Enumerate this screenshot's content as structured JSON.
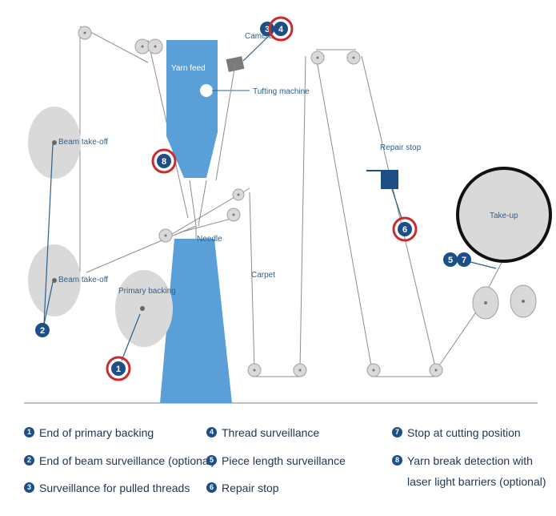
{
  "labels": {
    "camera": "Camera",
    "yarn_feed": "Yarn feed",
    "tufting_machine": "Tufting machine",
    "beam_takeoff_1": "Beam take-off",
    "beam_takeoff_2": "Beam take-off",
    "needle": "Needle",
    "primary_backing": "Primary backing",
    "carpet": "Carpet",
    "repair_stop": "Repair stop",
    "take_up": "Take-up"
  },
  "badges": {
    "b1": "1",
    "b2": "2",
    "b3": "3",
    "b4": "4",
    "b5": "5",
    "b6": "6",
    "b7": "7",
    "b8": "8"
  },
  "legend": [
    {
      "num": "1",
      "text": "End of primary backing"
    },
    {
      "num": "2",
      "text": "End of beam surveillance (optional)"
    },
    {
      "num": "3",
      "text": "Surveillance for pulled threads"
    },
    {
      "num": "4",
      "text": "Thread surveillance"
    },
    {
      "num": "5",
      "text": "Piece length surveillance"
    },
    {
      "num": "6",
      "text": "Repair stop"
    },
    {
      "num": "7",
      "text": "Stop at cutting position"
    },
    {
      "num": "8",
      "text": "Yarn break detection with laser light barriers (optional)"
    }
  ],
  "colors": {
    "machine_blue": "#5b9fd8",
    "badge_blue": "#1e4e86",
    "highlight_red": "#cc2b2b",
    "roller_grey": "#d9d9d9",
    "label_blue": "#2b5f8e"
  }
}
